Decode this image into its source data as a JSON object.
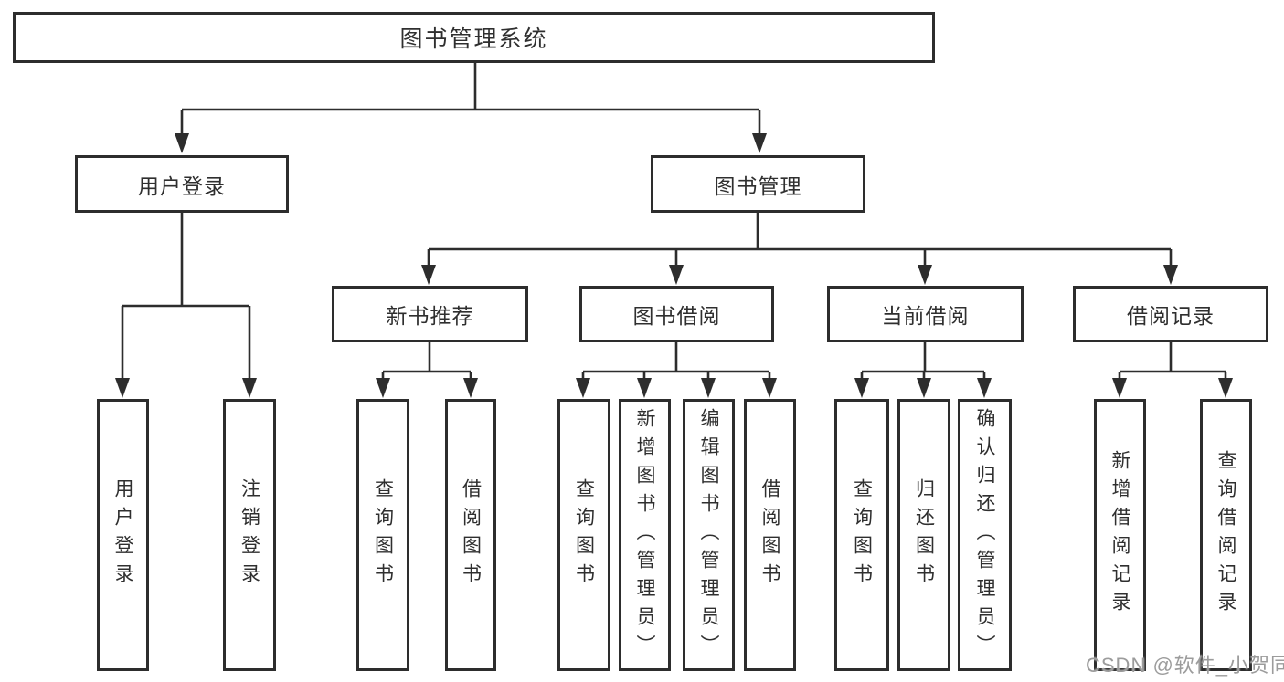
{
  "diagram": {
    "tree": {
      "root": {
        "label": "图书管理系统"
      },
      "branches": [
        {
          "label": "用户登录",
          "children": [
            {
              "label": "用户登录"
            },
            {
              "label": "注销登录"
            }
          ]
        },
        {
          "label": "图书管理",
          "children": [
            {
              "label": "新书推荐",
              "children": [
                {
                  "label": "查询图书"
                },
                {
                  "label": "借阅图书"
                }
              ]
            },
            {
              "label": "图书借阅",
              "children": [
                {
                  "label": "查询图书"
                },
                {
                  "label": "新增图书（管理员）"
                },
                {
                  "label": "编辑图书（管理员）"
                },
                {
                  "label": "借阅图书"
                }
              ]
            },
            {
              "label": "当前借阅",
              "children": [
                {
                  "label": "查询图书"
                },
                {
                  "label": "归还图书"
                },
                {
                  "label": "确认归还（管理员）"
                }
              ]
            },
            {
              "label": "借阅记录",
              "children": [
                {
                  "label": "新增借阅记录"
                },
                {
                  "label": "查询借阅记录"
                }
              ]
            }
          ]
        }
      ]
    },
    "colors": {
      "line": "#2d2d2d",
      "text": "#2f2f2f",
      "watermark": "#9c9c9c",
      "background": "#ffffff"
    }
  },
  "watermark": {
    "text": "CSDN @软件_小贺同学"
  }
}
